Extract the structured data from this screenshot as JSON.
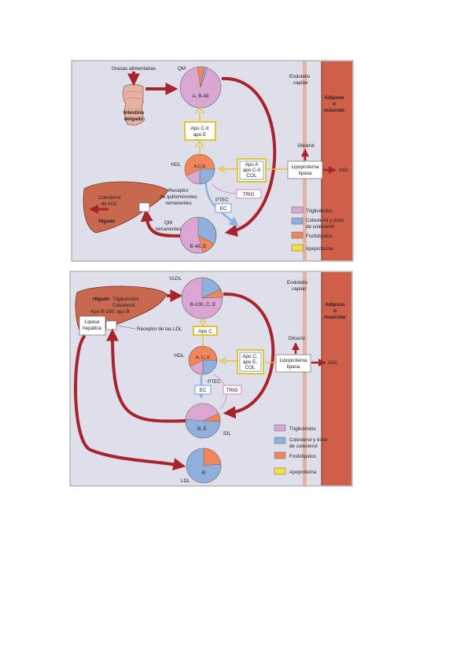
{
  "colors": {
    "panel_bg": "#dfdfec",
    "triglycerides": "#d9a7d1",
    "cholesterol": "#8fb0dc",
    "phospholipids": "#f2865a",
    "apoprotein": "#f5e13c",
    "arrow": "#a8232b",
    "tissue": "#cf5f49",
    "liver": "#c8684f",
    "intestine": "#e7b2a2"
  },
  "panel1": {
    "intestine_food": "Grasas alimentarias",
    "intestine_label_1": "Intestino",
    "intestine_label_2": "delgado",
    "qm_name": "QM",
    "qm_apo": "A, B-48",
    "apo_box_1": "Apo C-II",
    "apo_box_2": "apo E",
    "hdl_name": "HDL",
    "hdl_apo": "A,C,E",
    "apo_in_1": "Apo A",
    "apo_in_2": "apo C-II",
    "apo_in_3": "COL",
    "endothelium_1": "Endotelio",
    "endothelium_2": "capilar",
    "tissue_1": "Adiposo",
    "tissue_2": "o",
    "tissue_3": "músculo",
    "glycerol": "Glicerol",
    "lipase_1": "Lipoproteína",
    "lipase_2": "lipasa",
    "agl": "AGL",
    "trig": "TRIG",
    "ptec": "PTEC",
    "ec": "EC",
    "liver_chol_1": "Colesterol",
    "liver_chol_2": "de AGL",
    "liver_label": "Hígado",
    "receptor_1": "Receptor",
    "receptor_2": "de quilomicrones",
    "receptor_3": "remanentes",
    "remnant_1": "QM",
    "remnant_2": "remanentes",
    "remnant_apo": "B-48, E"
  },
  "panel2": {
    "vldl_name": "VLDL",
    "vldl_apo": "B-100, C, E",
    "liver_label": "Hígado",
    "liver_tg": "Triglicéridos",
    "liver_chol": "Colesterol",
    "liver_apo": "Apo B-100, apo B",
    "hepatic_lipase_1": "Lipasa",
    "hepatic_lipase_2": "hepática",
    "ldl_receptor": "Receptor de las LDL",
    "apo_c": "Apo C",
    "hdl_name": "HDL",
    "hdl_apo": "A, C, E",
    "apo_in_1": "Apo C,",
    "apo_in_2": "apo E,",
    "apo_in_3": "COL",
    "endothelium_1": "Endotelio",
    "endothelium_2": "capilar",
    "tissue_1": "Adiposo",
    "tissue_2": "o",
    "tissue_3": "muscular",
    "glycerol": "Glicerol",
    "lipase_1": "Lipoproteína",
    "lipase_2": "lipasa",
    "agl": "AGL",
    "ptec": "PTEC",
    "ec": "EC",
    "trig": "TRIG",
    "idl_name": "IDL",
    "idl_apo": "B, E",
    "ldl_name": "LDL",
    "ldl_apo": "B"
  },
  "legend": {
    "triglycerides": "Triglicéridos",
    "cholesterol_1": "Colesterol y éster",
    "cholesterol_2": "de colesterol",
    "phospholipids": "Fosfolípidos",
    "apoprotein": "Apoproteína"
  }
}
